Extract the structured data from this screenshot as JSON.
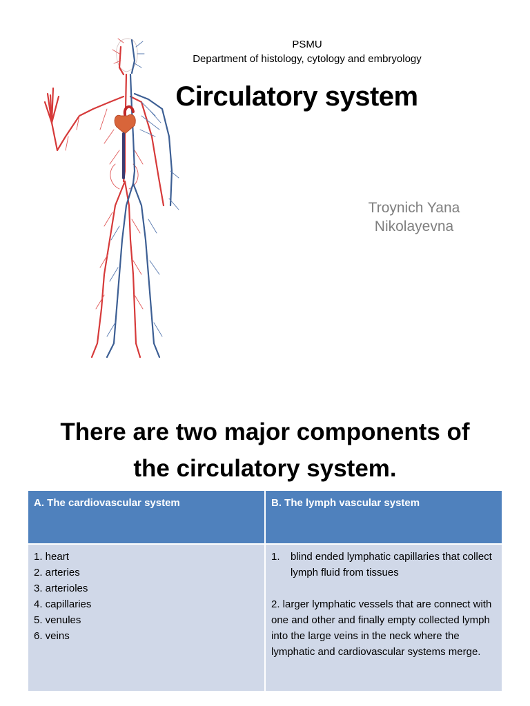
{
  "slide1": {
    "institution": "PSMU",
    "department": "Department of histology, cytology and embryology",
    "title": "Circulatory system",
    "author_line1": "Troynich Yana",
    "author_line2": "Nikolayevna",
    "figure_icon": "circulatory-system-figure-icon",
    "colors": {
      "artery": "#d63a3a",
      "vein": "#3d5f94",
      "author": "#7f7f7f"
    }
  },
  "slide2": {
    "headline_line1": "There are two major components of",
    "headline_line2": "the circulatory system.",
    "table": {
      "headers": [
        "A. The cardiovascular system",
        "B. The lymph vascular system"
      ],
      "cardiovascular_items": [
        "1. heart",
        "2. arteries",
        "3. arterioles",
        "4. capillaries",
        "5. venules",
        "6. veins"
      ],
      "lymph_item1_num": "1.",
      "lymph_item1_text": "blind ended lymphatic capillaries that collect lymph fluid from tissues",
      "lymph_item2": "2. larger lymphatic vessels that are connect with one and other and finally empty collected lymph into the  large veins in the neck where the lymphatic and cardiovascular systems merge."
    },
    "colors": {
      "header_bg": "#4f81bd",
      "cell_bg": "#d0d8e8"
    }
  }
}
